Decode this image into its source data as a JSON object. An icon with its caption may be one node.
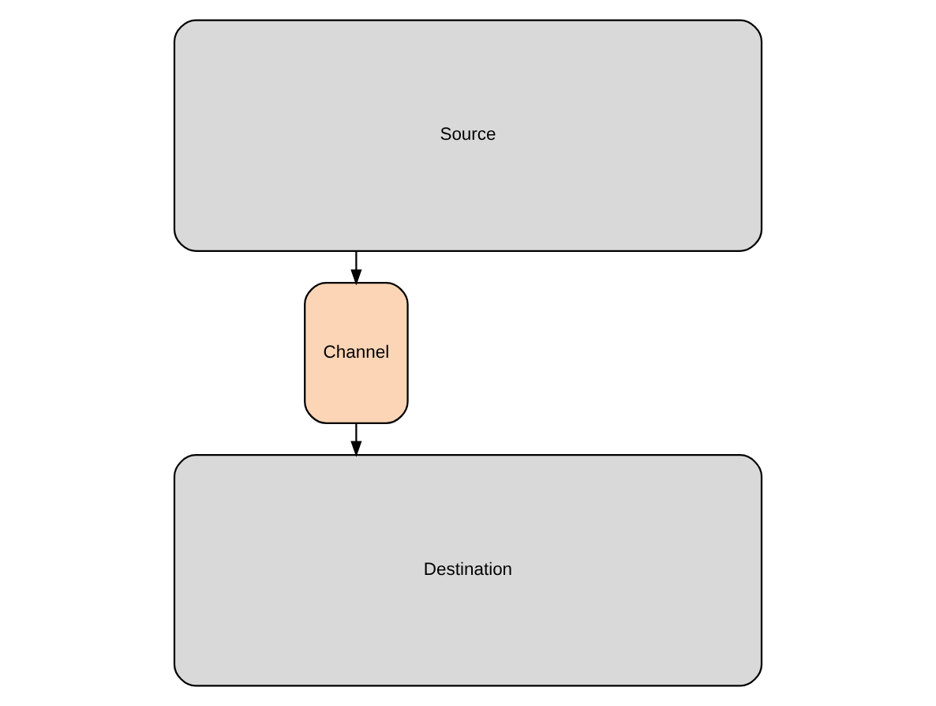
{
  "diagram": {
    "nodes": [
      {
        "text": [
          "Source"
        ]
      },
      {
        "text": [
          "Channel"
        ]
      },
      {
        "text": [
          "Destination"
        ]
      }
    ],
    "edges": [
      {
        "from": 0,
        "to": 1,
        "arrow": "to"
      },
      {
        "from": 1,
        "to": 2,
        "arrow": "to"
      }
    ]
  }
}
